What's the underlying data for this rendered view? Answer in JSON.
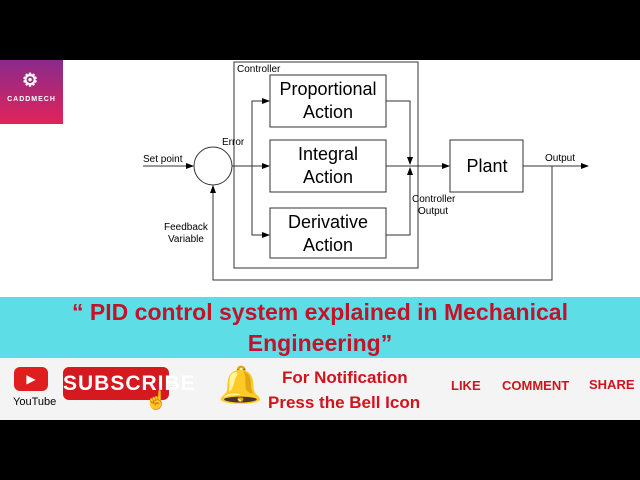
{
  "logo": {
    "text": "CADDMECH"
  },
  "diagram": {
    "controller": "Controller",
    "proportional": [
      "Proportional",
      "Action"
    ],
    "integral": [
      "Integral",
      "Action"
    ],
    "derivative": [
      "Derivative",
      "Action"
    ],
    "plant": "Plant",
    "set_point": "Set point",
    "error": "Error",
    "output": "Output",
    "controller_output": [
      "Controller",
      "Output"
    ],
    "feedback": [
      "Feedback",
      "Variable"
    ]
  },
  "title": {
    "line1": "“ PID control system explained in Mechanical",
    "line2": "Engineering”"
  },
  "footer": {
    "youtube": "YouTube",
    "subscribe": "SUBSCRIBE",
    "notif1": "For Notification",
    "notif2": "Press the Bell Icon",
    "like": "LIKE",
    "comment": "COMMENT",
    "share": "SHARE"
  },
  "colors": {
    "band": "#5ddde6",
    "accent": "#d0141e"
  }
}
